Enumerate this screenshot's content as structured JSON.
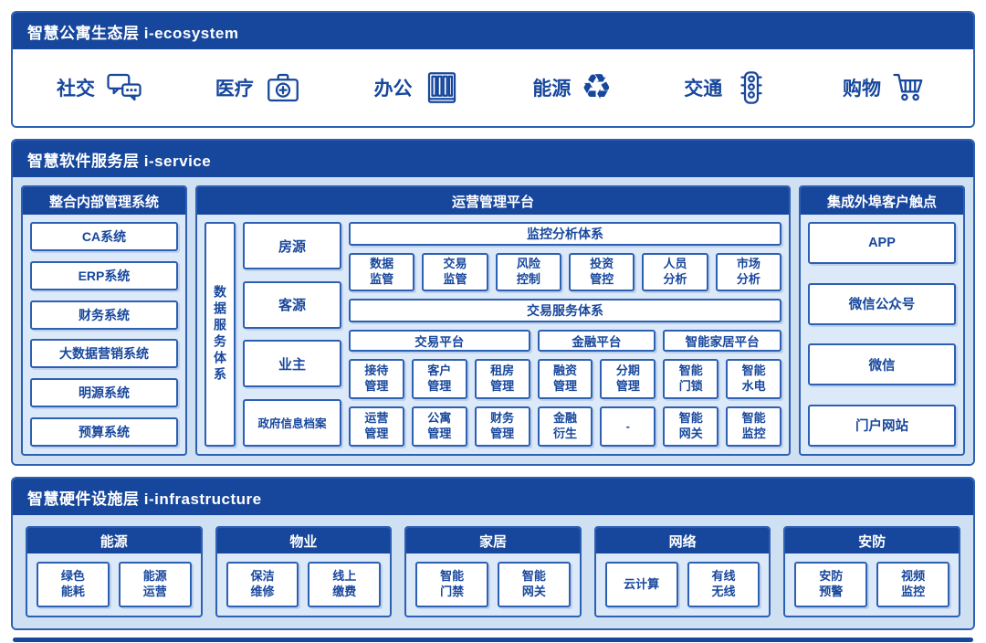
{
  "colors": {
    "primary_blue": "#17479d",
    "border_blue": "#2d5fb3",
    "section_bg": "#cfe0f3",
    "panel_bg": "#dce9f8",
    "box_bg": "#ffffff"
  },
  "ecosystem": {
    "title": "智慧公寓生态层 i-ecosystem",
    "items": [
      {
        "label": "社交",
        "icon": "chat-bubbles-icon"
      },
      {
        "label": "医疗",
        "icon": "medical-kit-icon"
      },
      {
        "label": "办公",
        "icon": "office-building-icon"
      },
      {
        "label": "能源",
        "icon": "recycle-icon"
      },
      {
        "label": "交通",
        "icon": "traffic-light-icon"
      },
      {
        "label": "购物",
        "icon": "shopping-cart-icon"
      }
    ]
  },
  "service": {
    "title": "智慧软件服务层 i-service",
    "internal": {
      "title": "整合内部管理系统",
      "items": [
        "CA系统",
        "ERP系统",
        "财务系统",
        "大数据营销系统",
        "明源系统",
        "预算系统"
      ]
    },
    "platform": {
      "title": "运营管理平台",
      "vertical_label": "数据服务体系",
      "left_items": [
        "房源",
        "客源",
        "业主",
        "政府信息档案"
      ],
      "monitoring": {
        "title": "监控分析体系",
        "items": [
          "数据\n监管",
          "交易\n监管",
          "风险\n控制",
          "投资\n管控",
          "人员\n分析",
          "市场\n分析"
        ]
      },
      "transaction": {
        "title": "交易服务体系",
        "platforms": [
          "交易平台",
          "金融平台",
          "智能家居平台"
        ],
        "row1": [
          "接待\n管理",
          "客户\n管理",
          "租房\n管理",
          "融资\n管理",
          "分期\n管理",
          "智能\n门锁",
          "智能\n水电"
        ],
        "row2": [
          "运营\n管理",
          "公寓\n管理",
          "财务\n管理",
          "金融\n衍生",
          "-",
          "智能\n网关",
          "智能\n监控"
        ]
      }
    },
    "touchpoints": {
      "title": "集成外埠客户触点",
      "items": [
        "APP",
        "微信公众号",
        "微信",
        "门户网站"
      ]
    }
  },
  "infrastructure": {
    "title": "智慧硬件设施层 i-infrastructure",
    "groups": [
      {
        "title": "能源",
        "items": [
          "绿色\n能耗",
          "能源\n运营"
        ]
      },
      {
        "title": "物业",
        "items": [
          "保洁\n维修",
          "线上\n缴费"
        ]
      },
      {
        "title": "家居",
        "items": [
          "智能\n门禁",
          "智能\n网关"
        ]
      },
      {
        "title": "网络",
        "items": [
          "云计算",
          "有线\n无线"
        ]
      },
      {
        "title": "安防",
        "items": [
          "安防\n预警",
          "视频\n监控"
        ]
      }
    ]
  }
}
